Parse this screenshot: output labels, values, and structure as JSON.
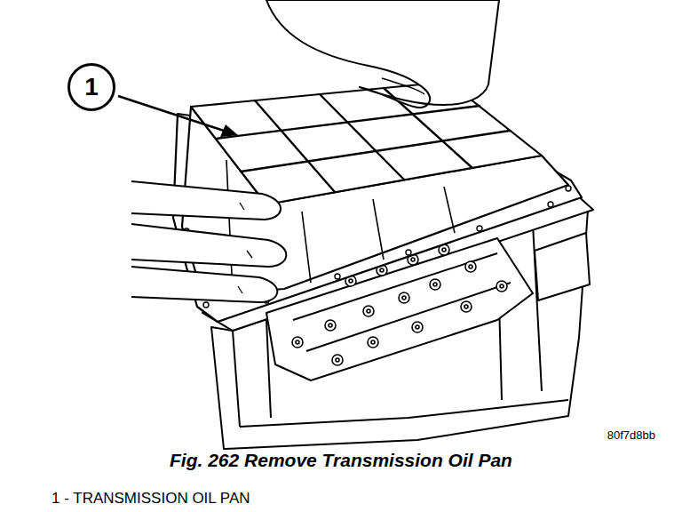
{
  "diagram": {
    "caption": "Fig. 262 Remove Transmission Oil Pan",
    "nodes": [
      {
        "text": [
          "1"
        ]
      }
    ],
    "labels": [
      "80f7d8bb",
      "1 - TRANSMISSION OIL PAN"
    ]
  }
}
